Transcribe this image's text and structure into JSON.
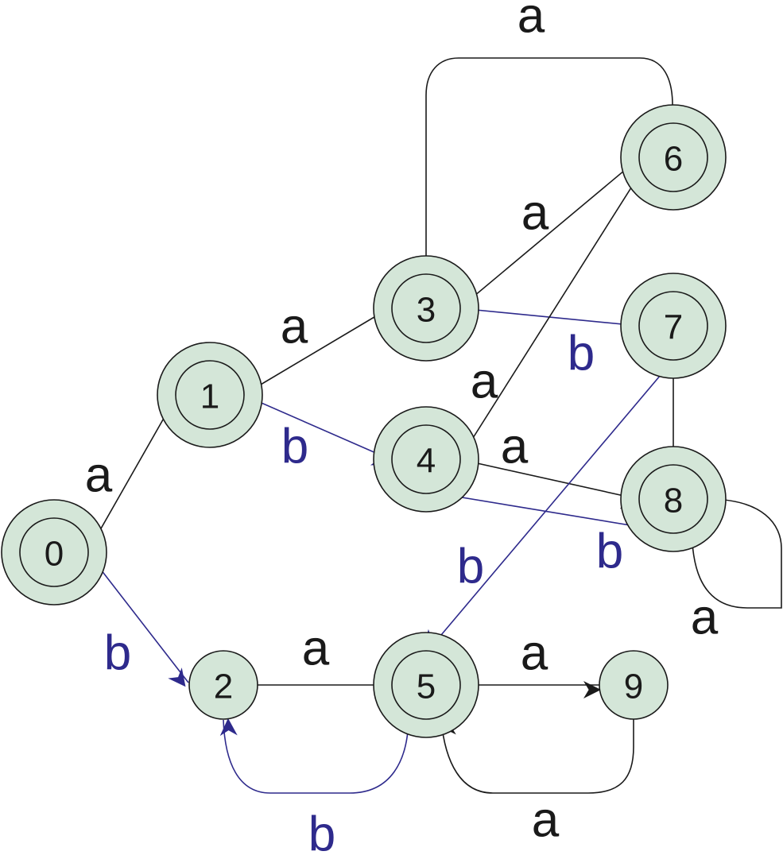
{
  "colors": {
    "a": "#1a1a1a",
    "b": "#2e2a8c",
    "state_fill": "#d4e6d8"
  },
  "states": [
    {
      "id": "0",
      "label": "0",
      "accepting": true
    },
    {
      "id": "1",
      "label": "1",
      "accepting": true
    },
    {
      "id": "2",
      "label": "2",
      "accepting": false
    },
    {
      "id": "3",
      "label": "3",
      "accepting": true
    },
    {
      "id": "4",
      "label": "4",
      "accepting": true
    },
    {
      "id": "5",
      "label": "5",
      "accepting": true
    },
    {
      "id": "6",
      "label": "6",
      "accepting": true
    },
    {
      "id": "7",
      "label": "7",
      "accepting": true
    },
    {
      "id": "8",
      "label": "8",
      "accepting": true
    },
    {
      "id": "9",
      "label": "9",
      "accepting": false
    }
  ],
  "transitions": [
    {
      "id": "0-1",
      "from": "0",
      "to": "1",
      "symbol": "a"
    },
    {
      "id": "0-2",
      "from": "0",
      "to": "2",
      "symbol": "b"
    },
    {
      "id": "1-3",
      "from": "1",
      "to": "3",
      "symbol": "a"
    },
    {
      "id": "1-4",
      "from": "1",
      "to": "4",
      "symbol": "b"
    },
    {
      "id": "2-5",
      "from": "2",
      "to": "5",
      "symbol": "a"
    },
    {
      "id": "5-2",
      "from": "5",
      "to": "2",
      "symbol": "b"
    },
    {
      "id": "3-6",
      "from": "3",
      "to": "6",
      "symbol": "a"
    },
    {
      "id": "3-7",
      "from": "3",
      "to": "7",
      "symbol": "b"
    },
    {
      "id": "6-3",
      "from": "6",
      "to": "3",
      "symbol": "a"
    },
    {
      "id": "6-4",
      "from": "6",
      "to": "4",
      "symbol": "a"
    },
    {
      "id": "4-8",
      "from": "4",
      "to": "8",
      "symbol": "a"
    },
    {
      "id": "8-4",
      "from": "8",
      "to": "4",
      "symbol": "b"
    },
    {
      "id": "7-8",
      "from": "7",
      "to": "8",
      "symbol": ""
    },
    {
      "id": "7-5",
      "from": "7",
      "to": "5",
      "symbol": "b"
    },
    {
      "id": "8-8",
      "from": "8",
      "to": "8",
      "symbol": "a"
    },
    {
      "id": "5-9",
      "from": "5",
      "to": "9",
      "symbol": "a"
    },
    {
      "id": "9-5",
      "from": "9",
      "to": "5",
      "symbol": "a"
    }
  ]
}
